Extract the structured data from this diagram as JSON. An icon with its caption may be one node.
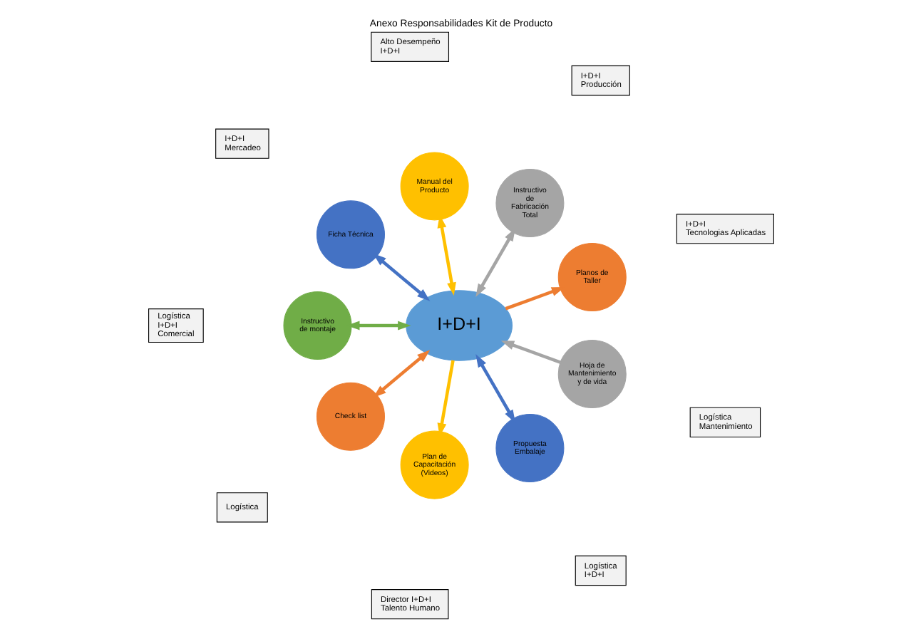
{
  "diagram": {
    "title": "Anexo Responsabilidades Kit de Producto",
    "nodes": [
      {
        "text": [
          "I+D+I"
        ]
      },
      {
        "text": [
          "Planos de Taller"
        ]
      },
      {
        "text": [
          "I+D+I",
          "Tecnologias Aplicadas"
        ]
      },
      {
        "text": [
          "Instructivo de Fabricación Total"
        ]
      },
      {
        "text": [
          "I+D+I",
          "Producción"
        ]
      },
      {
        "text": [
          "Manual del Producto"
        ]
      },
      {
        "text": [
          "Alto Desempeño",
          "I+D+I"
        ]
      },
      {
        "text": [
          "Ficha Técnica"
        ]
      },
      {
        "text": [
          "I+D+I",
          "Mercadeo"
        ]
      },
      {
        "text": [
          "Instructivo de montaje"
        ]
      },
      {
        "text": [
          "Logística",
          "I+D+I",
          "Comercial"
        ]
      },
      {
        "text": [
          "Check list"
        ]
      },
      {
        "text": [
          "Logística"
        ]
      },
      {
        "text": [
          "Hoja de Mantenimiento y de vida"
        ]
      },
      {
        "text": [
          "Logística",
          "Mantenimiento"
        ]
      },
      {
        "text": [
          "Plan de Capacitación (Videos)"
        ]
      },
      {
        "text": [
          "Director I+D+I",
          "Talento Humano"
        ]
      },
      {
        "text": [
          "Propuesta Embalaje"
        ]
      },
      {
        "text": [
          "Logística",
          "I+D+I"
        ]
      }
    ],
    "edges": [
      {
        "from": 0,
        "to": 1,
        "arrow": "to",
        "color": "#ed7d31"
      },
      {
        "from": 0,
        "to": 3,
        "arrow": "both",
        "color": "#a5a5a5"
      },
      {
        "from": 0,
        "to": 5,
        "arrow": "both",
        "color": "#ffc000"
      },
      {
        "from": 0,
        "to": 7,
        "arrow": "both",
        "color": "#4472c4"
      },
      {
        "from": 0,
        "to": 9,
        "arrow": "both",
        "color": "#70ad47"
      },
      {
        "from": 0,
        "to": 11,
        "arrow": "both",
        "color": "#ed7d31"
      },
      {
        "from": 13,
        "to": 0,
        "arrow": "to",
        "color": "#a5a5a5"
      },
      {
        "from": 0,
        "to": 15,
        "arrow": "to",
        "color": "#ffc000"
      },
      {
        "from": 0,
        "to": 17,
        "arrow": "both",
        "color": "#4472c4"
      }
    ]
  }
}
